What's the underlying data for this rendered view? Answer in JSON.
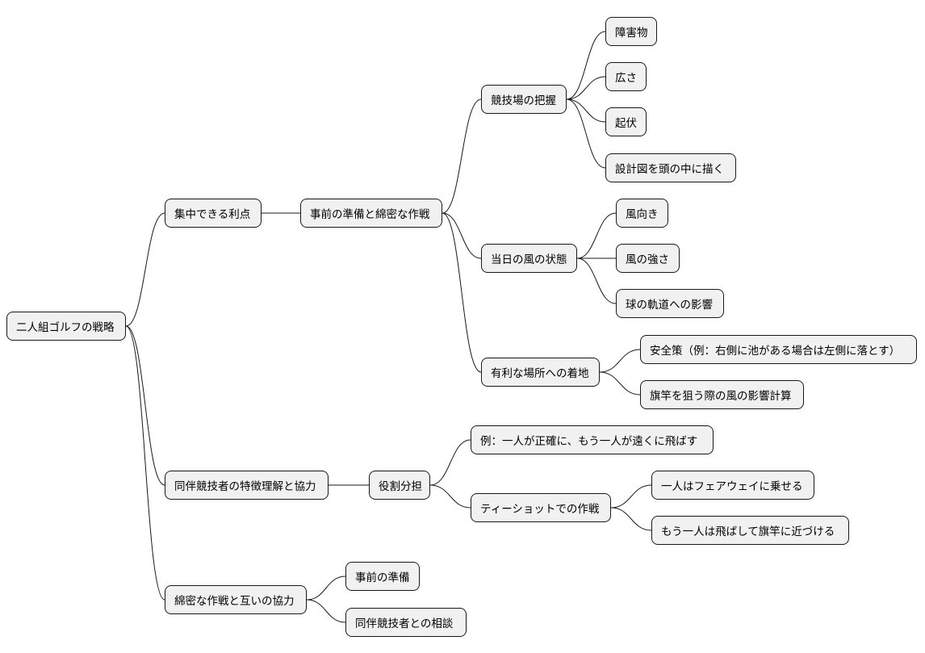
{
  "mindmap": {
    "root": {
      "label": "二人組ゴルフの戦略",
      "children": [
        {
          "label": "集中できる利点",
          "children": [
            {
              "label": "事前の準備と綿密な作戦",
              "children": [
                {
                  "label": "競技場の把握",
                  "children": [
                    {
                      "label": "障害物"
                    },
                    {
                      "label": "広さ"
                    },
                    {
                      "label": "起伏"
                    },
                    {
                      "label": "設計図を頭の中に描く"
                    }
                  ]
                },
                {
                  "label": "当日の風の状態",
                  "children": [
                    {
                      "label": "風向き"
                    },
                    {
                      "label": "風の強さ"
                    },
                    {
                      "label": "球の軌道への影響"
                    }
                  ]
                },
                {
                  "label": "有利な場所への着地",
                  "children": [
                    {
                      "label": "安全策（例：右側に池がある場合は左側に落とす）"
                    },
                    {
                      "label": "旗竿を狙う際の風の影響計算"
                    }
                  ]
                }
              ]
            }
          ]
        },
        {
          "label": "同伴競技者の特徴理解と協力",
          "children": [
            {
              "label": "役割分担",
              "children": [
                {
                  "label": "例：一人が正確に、もう一人が遠くに飛ばす"
                },
                {
                  "label": "ティーショットでの作戦",
                  "children": [
                    {
                      "label": "一人はフェアウェイに乗せる"
                    },
                    {
                      "label": "もう一人は飛ばして旗竿に近づける"
                    }
                  ]
                }
              ]
            }
          ]
        },
        {
          "label": "綿密な作戦と互いの協力",
          "children": [
            {
              "label": "事前の準備"
            },
            {
              "label": "同伴競技者との相談"
            }
          ]
        }
      ]
    }
  }
}
